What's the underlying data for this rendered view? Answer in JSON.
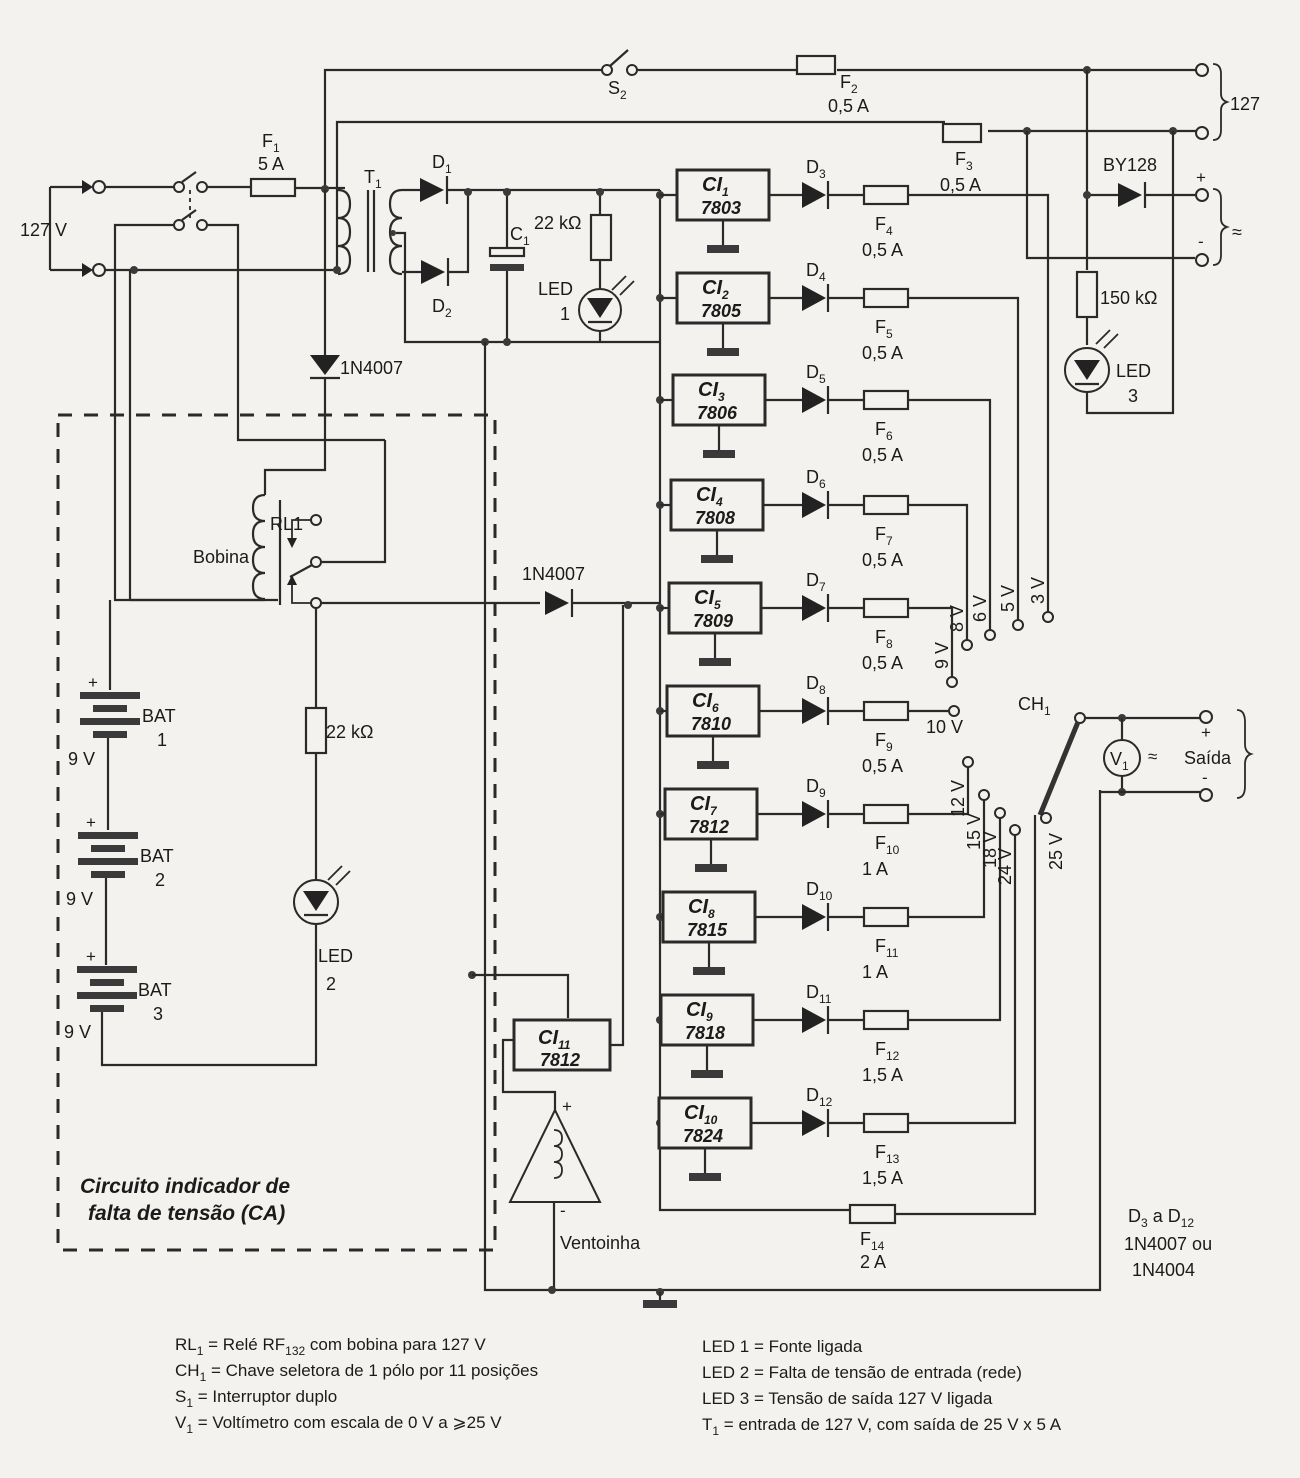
{
  "title": "Fonte de alimentação múltipla com regulação",
  "input": {
    "voltage_label": "127 V"
  },
  "switches": {
    "s2_label": "S",
    "s2_sub": "2"
  },
  "transformer": {
    "label": "T",
    "sub": "1"
  },
  "fuses": {
    "f1": {
      "name": "F",
      "sub": "1",
      "rating": "5 A"
    },
    "f2": {
      "name": "F",
      "sub": "2",
      "rating": "0,5 A"
    },
    "f3": {
      "name": "F",
      "sub": "3",
      "rating": "0,5 A"
    },
    "f14": {
      "name": "F",
      "sub": "14",
      "rating": "2 A"
    }
  },
  "rectifier": {
    "d1": {
      "name": "D",
      "sub": "1"
    },
    "d2": {
      "name": "D",
      "sub": "2"
    },
    "c1": {
      "name": "C",
      "sub": "1"
    },
    "r1": "22 kΩ",
    "led1": {
      "name": "LED",
      "num": "1"
    }
  },
  "outputs_127": {
    "label": "127",
    "plus": "+",
    "minus": "-",
    "ac_symbol": "≈"
  },
  "by128": {
    "label": "BY128",
    "resistor": "150 kΩ",
    "led": "LED",
    "led_num": "3"
  },
  "regulators": [
    {
      "ic": "CI",
      "sub": "1",
      "part": "7803",
      "diode": "3",
      "fuse": "4",
      "rating": "0,5 A",
      "tap": "3 V"
    },
    {
      "ic": "CI",
      "sub": "2",
      "part": "7805",
      "diode": "4",
      "fuse": "5",
      "rating": "0,5 A",
      "tap": "5 V"
    },
    {
      "ic": "CI",
      "sub": "3",
      "part": "7806",
      "diode": "5",
      "fuse": "6",
      "rating": "0,5 A",
      "tap": "6 V"
    },
    {
      "ic": "CI",
      "sub": "4",
      "part": "7808",
      "diode": "6",
      "fuse": "7",
      "rating": "0,5 A",
      "tap": "8 V"
    },
    {
      "ic": "CI",
      "sub": "5",
      "part": "7809",
      "diode": "7",
      "fuse": "8",
      "rating": "0,5 A",
      "tap": "9 V"
    },
    {
      "ic": "CI",
      "sub": "6",
      "part": "7810",
      "diode": "8",
      "fuse": "9",
      "rating": "0,5 A",
      "tap": "10 V"
    },
    {
      "ic": "CI",
      "sub": "7",
      "part": "7812",
      "diode": "9",
      "fuse": "10",
      "rating": "1 A",
      "tap": "12 V"
    },
    {
      "ic": "CI",
      "sub": "8",
      "part": "7815",
      "diode": "10",
      "fuse": "11",
      "rating": "1 A",
      "tap": "15 V"
    },
    {
      "ic": "CI",
      "sub": "9",
      "part": "7818",
      "diode": "11",
      "fuse": "12",
      "rating": "1,5 A",
      "tap": "18 V"
    },
    {
      "ic": "CI",
      "sub": "10",
      "part": "7824",
      "diode": "12",
      "fuse": "13",
      "rating": "1,5 A",
      "tap": "24 V"
    }
  ],
  "selector": {
    "label": "CH",
    "sub": "1",
    "extra_tap": "25 V"
  },
  "voltmeter": {
    "name": "V",
    "sub": "1",
    "ac_symbol": "≈",
    "output_label": "Saída",
    "plus": "+",
    "minus": "-"
  },
  "fan": {
    "ic": "CI",
    "sub": "11",
    "part": "7812",
    "label": "Ventoinha",
    "plus": "+",
    "minus": "-"
  },
  "indicator": {
    "diode": "1N4007",
    "diode2": "1N4007",
    "relay": "RL1",
    "coil": "Bobina",
    "resistor": "22 kΩ",
    "led": "LED",
    "led_num": "2",
    "batteries": [
      {
        "name": "BAT",
        "num": "1",
        "voltage": "9 V"
      },
      {
        "name": "BAT",
        "num": "2",
        "voltage": "9 V"
      },
      {
        "name": "BAT",
        "num": "3",
        "voltage": "9 V"
      }
    ],
    "caption_line1": "Circuito indicador de",
    "caption_line2": "falta de tensão (CA)"
  },
  "diode_note": {
    "line1a": "D",
    "line1b": "3",
    "line1c": " a D",
    "line1d": "12",
    "line2": "1N4007 ou",
    "line3": "1N4004"
  },
  "legend_left": [
    {
      "sym": "RL",
      "sub": "1",
      "text": " = Relé RF",
      "sub2": "132",
      "text2": " com bobina para 127 V"
    },
    {
      "sym": "CH",
      "sub": "1",
      "text": " = Chave seletora de 1 pólo por 11 posições",
      "sub2": "",
      "text2": ""
    },
    {
      "sym": "S",
      "sub": "1",
      "text": " = Interruptor duplo",
      "sub2": "",
      "text2": ""
    },
    {
      "sym": "V",
      "sub": "1",
      "text": " = Voltímetro com  escala de 0 V a ⩾25 V",
      "sub2": "",
      "text2": ""
    }
  ],
  "legend_right": [
    {
      "sym": "LED 1",
      "sub": "",
      "text": " = Fonte ligada"
    },
    {
      "sym": "LED 2",
      "sub": "",
      "text": " = Falta de tensão de entrada (rede)"
    },
    {
      "sym": "LED 3",
      "sub": "",
      "text": " = Tensão de saída 127 V ligada"
    },
    {
      "sym": "T",
      "sub": "1",
      "text": " = entrada de 127 V, com saída de 25 V x 5 A"
    }
  ]
}
